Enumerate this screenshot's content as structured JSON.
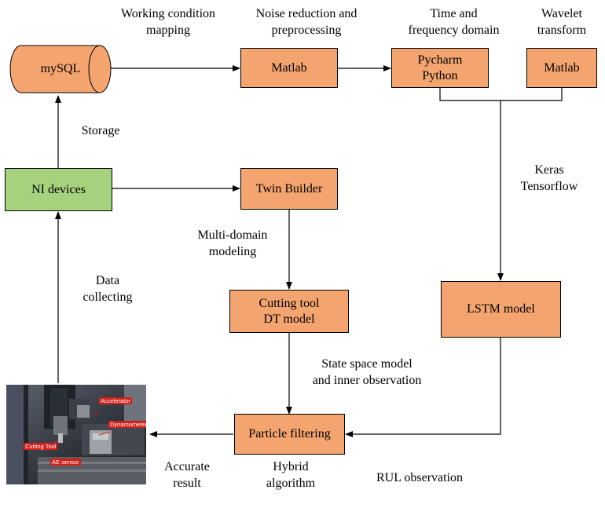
{
  "nodes": {
    "mysql": "mySQL",
    "matlab_noise": "Matlab",
    "pycharm": "Pycharm\nPython",
    "matlab_wavelet": "Matlab",
    "ni_devices": "NI devices",
    "twin_builder": "Twin Builder",
    "cutting_tool_dt": "Cutting tool\nDT model",
    "lstm": "LSTM model",
    "particle_filtering": "Particle filtering"
  },
  "labels": {
    "working_condition": "Working condition\nmapping",
    "noise_reduction": "Noise reduction and\npreprocessing",
    "time_frequency": "Time and\nfrequency domain",
    "wavelet": "Wavelet\ntransform",
    "storage": "Storage",
    "keras": "Keras\nTensorflow",
    "multi_domain": "Multi-domain\nmodeling",
    "data_collecting": "Data\ncollecting",
    "state_space": "State space model\nand inner observation",
    "accurate_result": "Accurate\nresult",
    "hybrid_algorithm": "Hybrid\nalgorithm",
    "rul_observation": "RUL observation"
  },
  "photo_tags": {
    "accelerator": "Accelerator",
    "dynamometer": "Dynamometer",
    "cutting_tool": "Cutting Tool",
    "ae_sensor": "AE sensor"
  },
  "colors": {
    "process_box": "#f4a46e",
    "device_box": "#a6d27e",
    "line": "#000000"
  }
}
